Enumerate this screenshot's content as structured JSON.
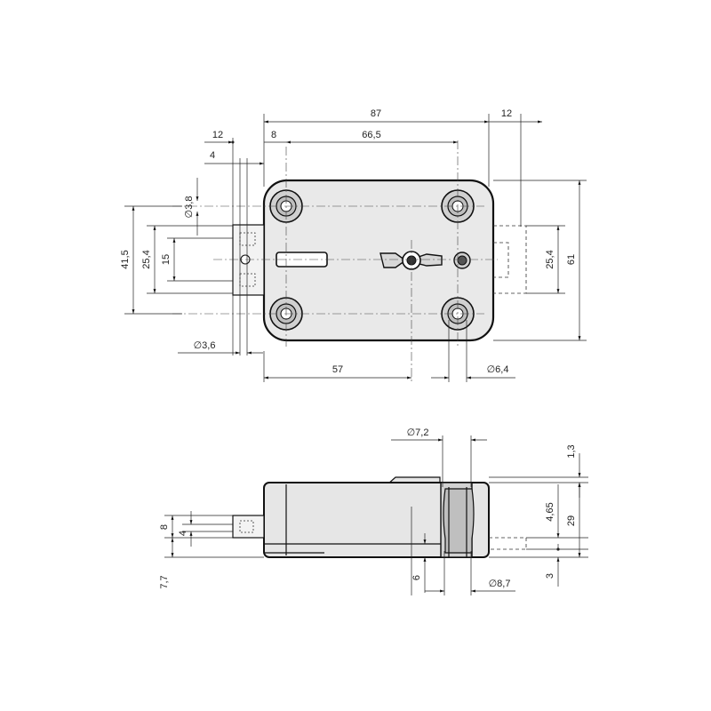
{
  "dimensions": {
    "width_87": "87",
    "offset_12_top": "12",
    "offset_8": "8",
    "pitch_66_5": "66,5",
    "bolt_12_left": "12",
    "bolt_4_left": "4",
    "dia_3_8": "∅3,8",
    "height_41_5": "41,5",
    "height_25_4_left": "25,4",
    "height_15": "15",
    "dia_3_6": "∅3,6",
    "dist_57": "57",
    "dia_6_4": "∅6,4",
    "height_25_4_right": "25,4",
    "height_61": "61",
    "dia_7_2": "∅7,2",
    "depth_1_3": "1,3",
    "depth_4_65": "4,65",
    "depth_29": "29",
    "bolt_8": "8",
    "bolt_4_side": "4",
    "depth_7_7": "7,7",
    "depth_6": "6",
    "dia_8_7": "∅8,7",
    "depth_3": "3"
  }
}
